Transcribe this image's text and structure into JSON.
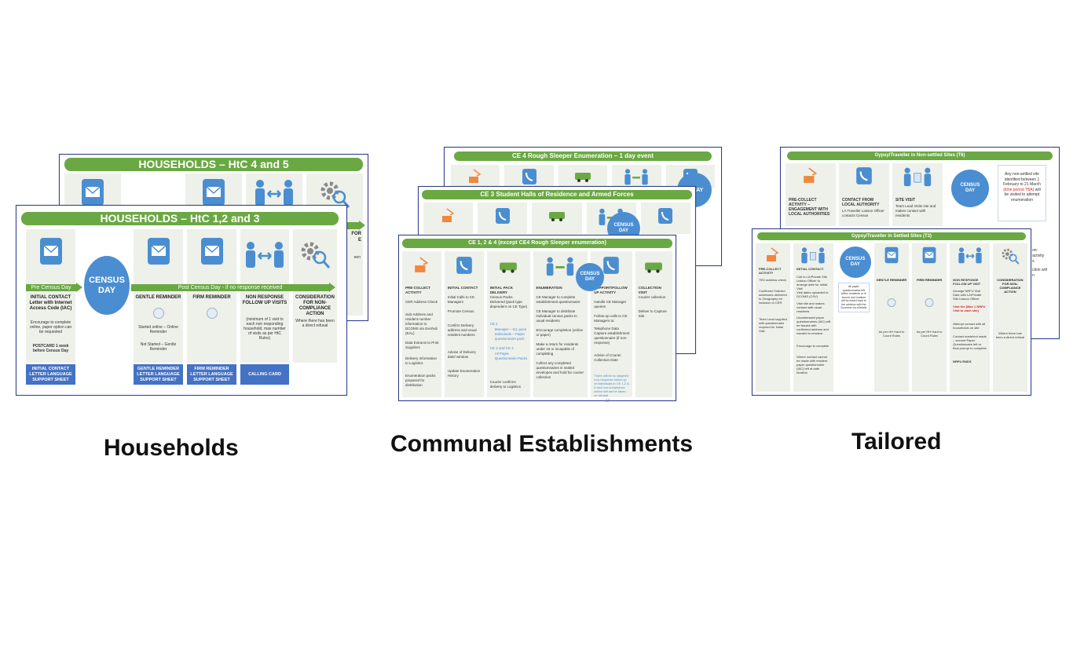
{
  "households": {
    "back_title": "HOUSEHOLDS – HtC 4 and 5",
    "back_fragments": {
      "col5_title": "FOR",
      "col5_line2": "E",
      "col5_line3": "een"
    },
    "front_title": "HOUSEHOLDS – HtC 1,2 and 3",
    "census_day": "CENSUS DAY",
    "pre_census_arrow": "Pre Census Day",
    "post_census_arrow": "Post Census Day - if no response received",
    "columns": [
      {
        "title": "INITIAL CONTACT Letter with Internet Access Code (IAC)",
        "text": "Encourage to complete online, paper option can be requested",
        "text2": "POSTCARD 1 week before Census Day",
        "button": "INITIAL CONTACT LETTER LANGUAGE SUPPORT SHEET"
      },
      {
        "title": "GENTLE REMINDER",
        "text": "Started online – Online Reminder",
        "text2": "Not Started – Gentle Reminder",
        "button": "GENTLE REMINDER LETTER LANGUAGE SUPPORT SHEET"
      },
      {
        "title": "FIRM REMINDER",
        "text": "",
        "text2": "",
        "button": "FIRM REMINDER LETTER LANGUAGE SUPPORT SHEET"
      },
      {
        "title": "NON RESPONSE FOLLOW UP VISITS",
        "text": "(minimum of 1 visit to each non responding household, max number of visits as per HtC Rules)",
        "text2": "",
        "button": "CALLING CARD"
      },
      {
        "title": "CONSIDERATION FOR NON-COMPLIANCE ACTION",
        "text": "Where there has been a direct refusal",
        "text2": "",
        "button": ""
      }
    ]
  },
  "communal": {
    "back_title": "CE 4 Rough Sleeper Enumeration – 1 day event",
    "back_census_day": "IS DAY",
    "mid_title": "CE 3 Student Halls of Residence and Armed Forces",
    "mid_census_day": "CENSUS DAY",
    "front_title": "CE 1, 2 & 4 (except CE4 Rough Sleeper enumeration)",
    "front_census_day": "CENSUS DAY",
    "columns": [
      {
        "title": "PRE-COLLECT ACTIVITY",
        "items": [
          "CER Address Check",
          "Sub-Address and resident number information to DCOMS via Geohub (EAL)",
          "Data Extracts to Print Suppliers",
          "Delivery Information to Logistics",
          "Enumeration packs prepared for distribution"
        ]
      },
      {
        "title": "INITIAL CONTACT",
        "items": [
          "Initial Calls to CE Managers",
          "Promote Census",
          "Confirm Delivery address and usual resident numbers",
          "Advise of Delivery date/ window",
          "Update Enumeration History"
        ]
      },
      {
        "title": "INITIAL PACK DELIVERY",
        "items": [
          "Census Packs Delivered (pack type dependent on CE Type)",
          "CE 1",
          "Manager – ICL pack",
          "Individuals – Paper questionnaire pack",
          "CE 2 and CE 4",
          "All Paper Questionnaire Packs",
          "Courier confirms delivery to Logistics"
        ]
      },
      {
        "title": "ENUMERATION",
        "items": [
          "CE Manager to complete establishment questionnaire",
          "CE Manager to distribute individual census packs to usual residents",
          "Encourage completion (online or paper)",
          "Make a return for residents under 16 or incapable of completing",
          "Collect any completed questionnaires in sealed envelopes and hold for courier collection"
        ]
      },
      {
        "title": "SUPPORT/FOLLOW UP ACTIVITY",
        "items": [
          "Handle CE Manager queries",
          "Follow-up calls to CE Managers to:",
          "Telephone Data Capture establishment questionnaire (if non-response)",
          "Advise of Courier Collection Date",
          "There will be no targeted non-response follow up of individuals in CE 1,2 & 4 and non-compliance action will not be taken on refusal"
        ]
      },
      {
        "title": "COLLECTION VISIT",
        "items": [
          "Courier collection",
          "Deliver to Capture Site"
        ]
      }
    ],
    "page_number": "17"
  },
  "tailored": {
    "back_title": "Gypsy/Traveller in Non-settled Sites (T6)",
    "back_census_day": "CENSUS DAY",
    "back_columns": [
      {
        "title": "PRE-COLLECT ACTIVITY – ENGAGEMENT WITH LOCAL AUTHORITIES"
      },
      {
        "title": "CONTACT FROM LOCAL AUTHORITY",
        "text": "LA Traveller Liaison Officer contacts Census"
      },
      {
        "title": "SITE VISIT",
        "text": "Team Lead Visits site and makes contact with residents"
      }
    ],
    "back_note_parts": [
      "Any non-settled site identified between 1 February to 21 March ",
      "(time period TBA)",
      " will be visited to attempt enumeration"
    ],
    "back_fragments": {
      "line1": "on-",
      "line2": "activity",
      "line3": "s.",
      "line4": "ction will",
      "line5": "n"
    },
    "front_title": "Gypsy/Traveller in Settled Sites (T3)",
    "front_census_day": "CENSUS DAY",
    "front_columns": [
      {
        "title": "PRE-COLLECT ACTIVITY",
        "items": [
          "TED address check",
          "Confirmed Tailored addresses delivered to Geography for inclusion in CER",
          "Team Lead supplied with questionnaire required for Initial Visit"
        ]
      },
      {
        "title": "INITIAL CONTACT",
        "items": [
          "Call to LA/Private Site Liaison Officer to arrange date for Initial Visit",
          "Visit dates uploaded to DCOMS (CSV)",
          "Visit site and makes contact with usual residents",
          "Unaddressed paper questionnaires (IAC) will be issued with confirmed address and handed to resident",
          "Encourage to complete",
          "Where contact cannot be made with resident paper questionnaire (IAC) left at safe location"
        ]
      },
      {
        "title": "",
        "note": "All paper questionnaires left within residents or in secure and location will be linked back to the address with the Dcomms via eDetails"
      },
      {
        "title": "GENTLE REMINDER",
        "text": "As per HH Hard to Count Rules"
      },
      {
        "title": "FIRM REMINDER",
        "text": "As per HH Hard to Count Rules"
      },
      {
        "title": "NON RESPONSE FOLLOW UP VISIT",
        "items": [
          "Arrange NRFU Visit Date with LA/Private Site Liaison Officer",
          "Visit the (Max 1 NRFU Visit to each site)",
          "Attempt contact with all households on site",
          "Contact made/not made – second Paper Questionnaire left or final prompt to complete",
          "NRFU ENDS"
        ]
      },
      {
        "title": "CONSIDERATION FOR NON-COMPLIANCE ACTION",
        "text": "Where there has been a direct refusal"
      }
    ]
  },
  "captions": {
    "households": "Households",
    "communal": "Communal Establishments",
    "tailored": "Tailored"
  },
  "colors": {
    "green": "#6aa843",
    "blue": "#4a8ed1",
    "dark_blue_border": "#2f3f8f",
    "panel": "#eef0ea",
    "button": "#4472c4",
    "red": "#d62424"
  }
}
